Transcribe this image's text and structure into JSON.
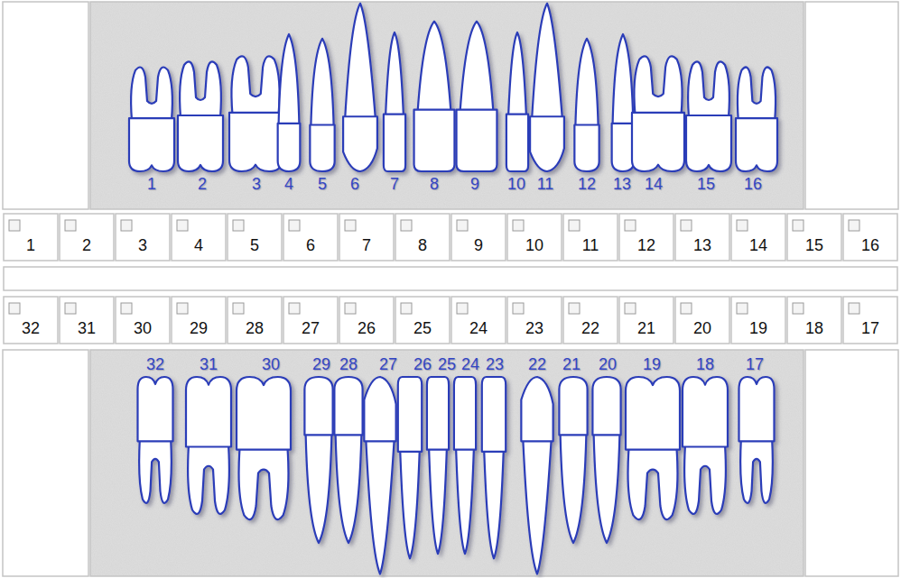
{
  "diagram": {
    "labels": [
      "1",
      "2",
      "3",
      "4",
      "5",
      "6",
      "7",
      "8",
      "9",
      "10",
      "11",
      "12",
      "13",
      "14",
      "15",
      "16",
      "1",
      "2",
      "3",
      "4",
      "5",
      "6",
      "7",
      "8",
      "9",
      "10",
      "11",
      "12",
      "13",
      "14",
      "15",
      "16",
      "32",
      "31",
      "30",
      "29",
      "28",
      "27",
      "26",
      "25",
      "24",
      "23",
      "22",
      "21",
      "20",
      "19",
      "18",
      "17",
      "32",
      "31",
      "30",
      "29",
      "28",
      "27",
      "26",
      "25",
      "24",
      "23",
      "22",
      "21",
      "20",
      "19",
      "18",
      "17"
    ]
  }
}
